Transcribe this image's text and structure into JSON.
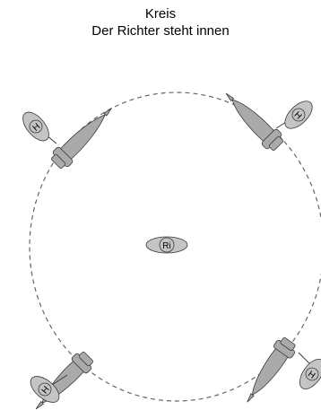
{
  "title": "Kreis",
  "subtitle": "Der Richter steht innen",
  "judge": {
    "label": "Ri"
  },
  "handlers": [
    {
      "label": "H"
    },
    {
      "label": "H"
    },
    {
      "label": "H"
    },
    {
      "label": "H"
    }
  ],
  "colors": {
    "circle": "#666666",
    "dog": "#aaaaaa",
    "handler": "#c4c4c4",
    "outline": "#3a3a3a"
  },
  "icons": [
    "dog-icon",
    "handler-icon",
    "judge-icon"
  ]
}
